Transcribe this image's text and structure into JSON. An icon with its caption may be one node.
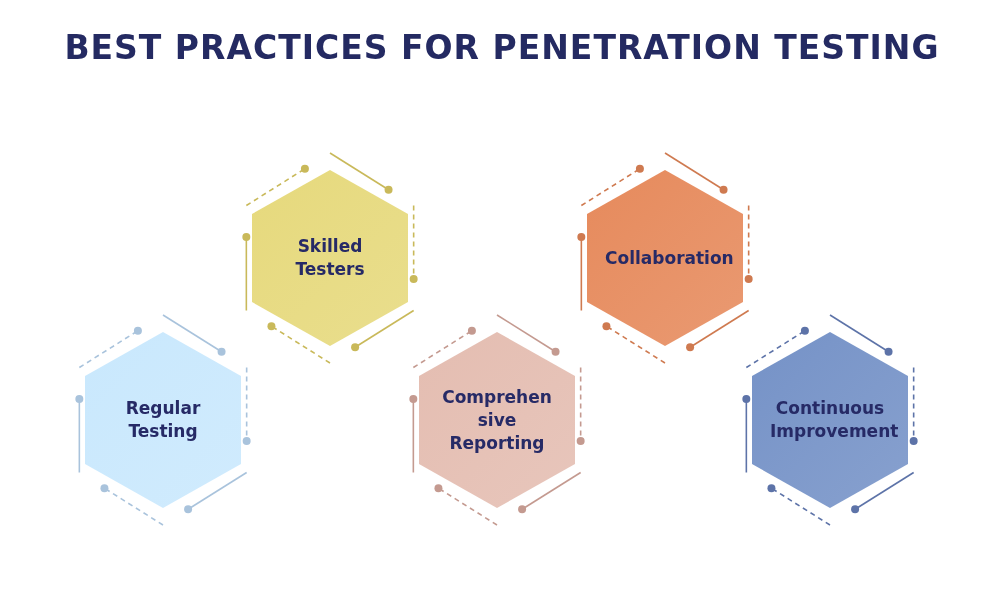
{
  "diagram": {
    "title": "BEST PRACTICES FOR PENETRATION TESTING",
    "nodes": [
      {
        "text": [
          "Regular Testing"
        ]
      },
      {
        "text": [
          "Skilled Testers"
        ]
      },
      {
        "text": [
          "Comprehen sive Reporting"
        ]
      },
      {
        "text": [
          "Collaboration"
        ]
      },
      {
        "text": [
          "Continuous Improvement"
        ]
      }
    ]
  }
}
